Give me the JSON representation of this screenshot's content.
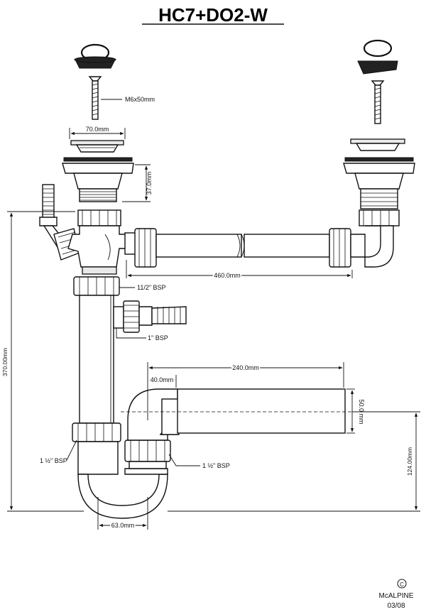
{
  "title": "HC7+DO2-W",
  "labels": {
    "screw": "M6x50mm",
    "strainer_width": "70.0mm",
    "waste_height": "37.0mm",
    "overflow_length": "460.0mm",
    "bsp_top": "11/2\" BSP",
    "bsp_inch": "1\" BSP",
    "total_height": "370.00mm",
    "outlet_length": "240.0mm",
    "offset": "40.0mm",
    "pipe_diameter": "50.0 mm",
    "bsp_left": "1 ½\" BSP",
    "bsp_right": "1 ½\" BSP",
    "trap_height": "124.00mm",
    "trap_width": "63.0mm"
  },
  "footer": {
    "copyright_symbol": "C",
    "brand": "McALPINE",
    "date": "03/08"
  }
}
